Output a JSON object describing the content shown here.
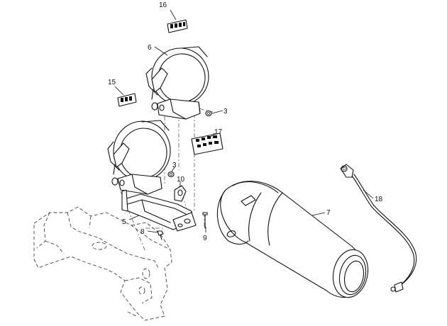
{
  "callouts": {
    "c16": "16",
    "c6": "6",
    "c15": "15",
    "c3a": "3",
    "c17": "17",
    "c3b": "3",
    "c10": "10",
    "c7": "7",
    "c18": "18",
    "c5": "5",
    "c8": "8",
    "c9": "9"
  }
}
